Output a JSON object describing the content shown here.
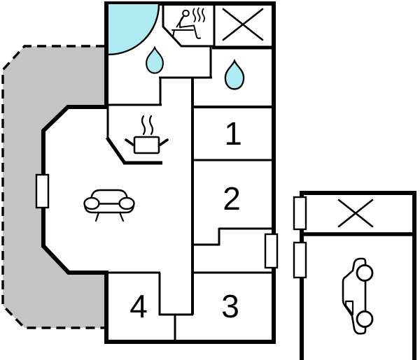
{
  "colors": {
    "wall": "#000000",
    "background": "#ffffff",
    "water_accent": "#aeebf2",
    "terrace_fill": "#c4c4c4"
  },
  "rooms": [
    {
      "label": "1"
    },
    {
      "label": "2"
    },
    {
      "label": "3"
    },
    {
      "label": "4"
    }
  ],
  "icons": {
    "entrance": "door-swing-arc",
    "sauna": "sauna-person-icon",
    "bath_entry": "water-drop-icon",
    "bath_inner": "water-drop-icon",
    "storage_main": "cross-mark-icon",
    "kitchen": "steaming-pot-icon",
    "living_area": "sofa-icon",
    "terrace": "dashed-terrace-area",
    "garage_storage": "cross-mark-icon",
    "garage": "car-icon",
    "window": "window-rect"
  }
}
